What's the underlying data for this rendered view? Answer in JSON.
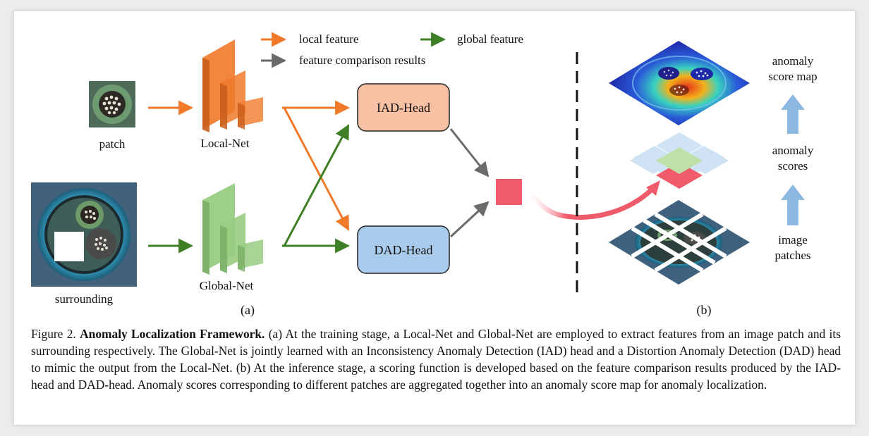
{
  "legend": {
    "local": "local feature",
    "global": "global feature",
    "comparison": "feature comparison results"
  },
  "labels": {
    "patch": "patch",
    "surrounding": "surrounding",
    "local_net": "Local-Net",
    "global_net": "Global-Net",
    "iad_head": "IAD-Head",
    "dad_head": "DAD-Head",
    "anomaly_score_map_1": "anomaly",
    "anomaly_score_map_2": "score map",
    "anomaly_scores_1": "anomaly",
    "anomaly_scores_2": "scores",
    "image_patches_1": "image",
    "image_patches_2": "patches",
    "part_a": "(a)",
    "part_b": "(b)"
  },
  "caption": {
    "prefix": "Figure 2.  ",
    "title": "Anomaly Localization Framework.",
    "body": " (a) At the training stage, a Local-Net and Global-Net are employed to extract features from an image patch and its surrounding respectively. The Global-Net is jointly learned with an Inconsistency Anomaly Detection (IAD) head and a Distortion Anomaly Detection (DAD) head to mimic the output from the Local-Net. (b) At the inference stage, a scoring function is developed based on the feature comparison results produced by the IAD-head and DAD-head. Anomaly scores corresponding to different patches are aggregated together into an anomaly score map for anomaly localization."
  },
  "colors": {
    "local": "#f07a2a",
    "global": "#3f7f25",
    "comparison": "#6a6a6a",
    "iad_fill": "#f9c1a3",
    "dad_fill": "#a9ccec",
    "result": "#ef5b6a",
    "up_arrow": "#8bb9e2"
  }
}
